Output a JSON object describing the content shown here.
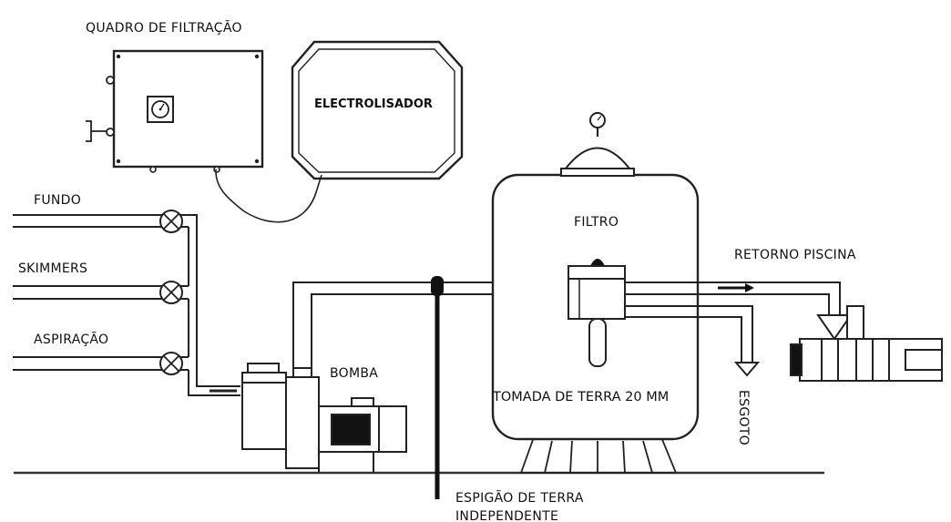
{
  "labels": {
    "quadro": "QUADRO DE FILTRAÇÃO",
    "electrolisador": "ELECTROLISADOR",
    "fundo": "FUNDO",
    "skimmers": "SKIMMERS",
    "aspiracao": "ASPIRAÇÃO",
    "bomba": "BOMBA",
    "filtro": "FILTRO",
    "retorno": "RETORNO PISCINA",
    "tomada": "TOMADA DE TERRA 20 MM",
    "esgoto": "ESGOTO",
    "espigao_line1": "ESPIGÃO DE TERRA",
    "espigao_line2": "INDEPENDENTE"
  },
  "colors": {
    "line": "#222222",
    "fill": "#ffffff",
    "dark": "#111111"
  }
}
